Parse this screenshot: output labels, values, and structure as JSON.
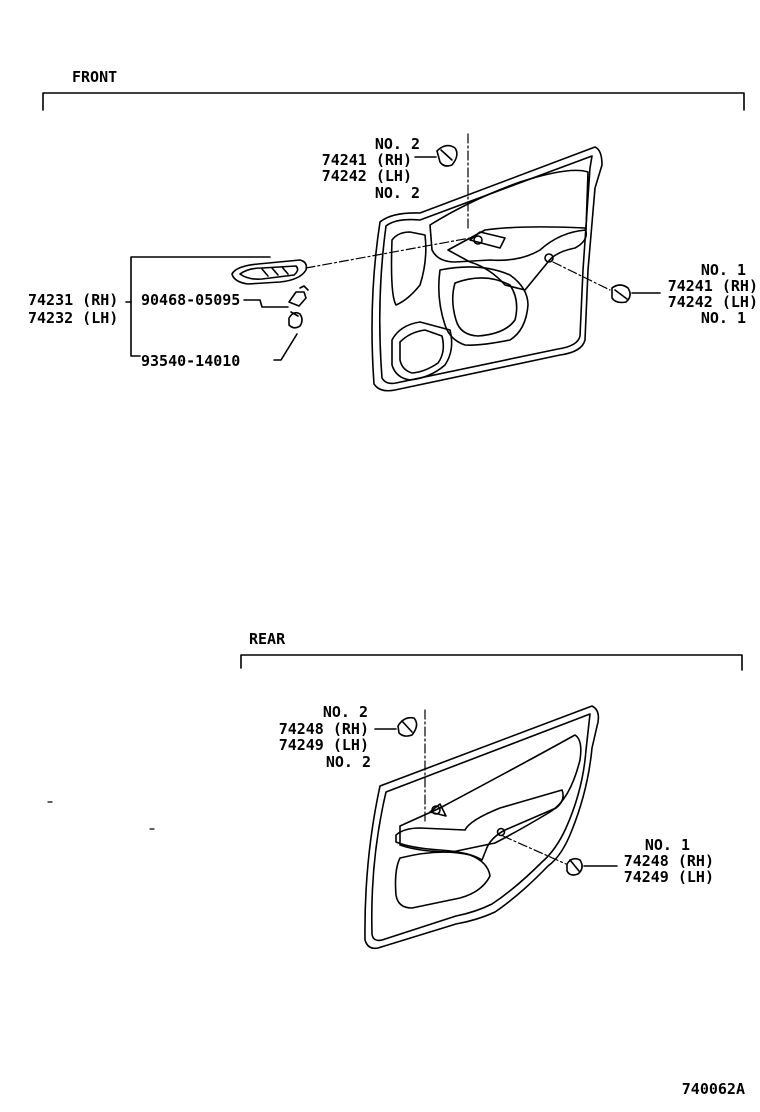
{
  "front": {
    "title": "FRONT",
    "clip_upper": {
      "qualifier_top": "NO. 2",
      "rh": "74241 (RH)",
      "lh": "74242 (LH)",
      "qualifier_bottom": "NO. 2"
    },
    "clip_lower": {
      "qualifier_top": "NO. 1",
      "rh": "74241 (RH)",
      "lh": "74242 (LH)",
      "qualifier_bottom": "NO. 1"
    },
    "armrest_rh": "74231 (RH)",
    "armrest_lh": "74232 (LH)",
    "screw": "90468-05095",
    "bolt": "93540-14010"
  },
  "rear": {
    "title": "REAR",
    "clip_upper": {
      "qualifier_top": "NO. 2",
      "rh": "74248 (RH)",
      "lh": "74249 (LH)",
      "qualifier_bottom": "NO. 2"
    },
    "clip_lower": {
      "qualifier": "NO. 1",
      "rh": "74248 (RH)",
      "lh": "74249 (LH)"
    }
  },
  "figure_code": "740062A"
}
